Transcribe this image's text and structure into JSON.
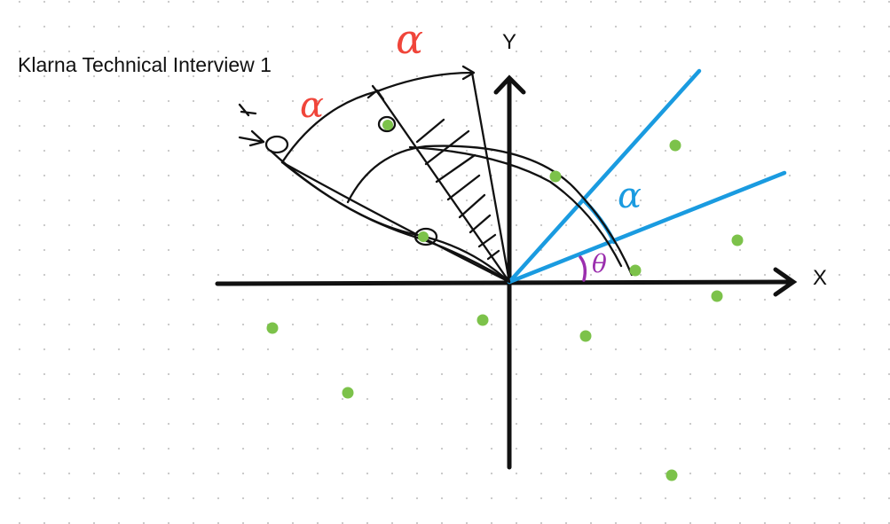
{
  "title": "Klarna Technical Interview 1",
  "axes": {
    "x_label": "X",
    "y_label": "Y"
  },
  "annotations": {
    "alpha_top": "α",
    "alpha_mid": "α",
    "alpha_angle": "α",
    "theta_angle": "θ"
  },
  "colors": {
    "ink": "#111111",
    "point": "#7cc24a",
    "ray": "#1a9be0",
    "alpha_red": "#f0453a",
    "theta_purple": "#9b2fae",
    "grid_dot": "#c8c8c8"
  },
  "point_count": 12
}
